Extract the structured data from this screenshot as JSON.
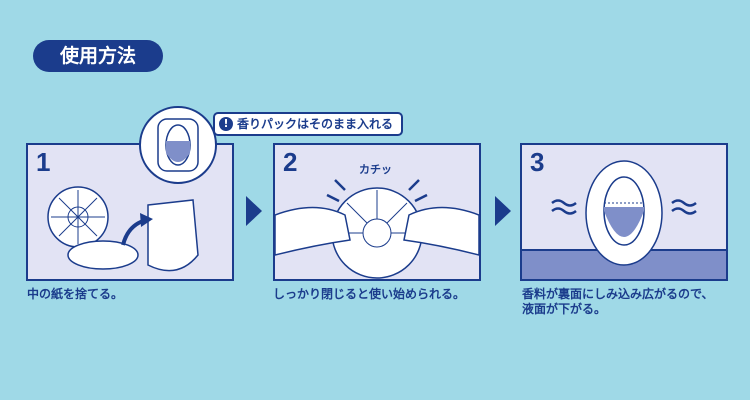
{
  "title": "使用方法",
  "note": "香りパックはそのまま入れる",
  "steps": [
    {
      "number": "1",
      "caption": "中の紙を捨てる。"
    },
    {
      "number": "2",
      "caption": "しっかり閉じると使い始められる。",
      "sound": "カチッ"
    },
    {
      "number": "3",
      "caption_line1": "香料が裏面にしみ込み広がるので、",
      "caption_line2": "液面が下がる。"
    }
  ],
  "colors": {
    "background": "#9fd9e7",
    "navy": "#1b3c8c",
    "panel": "#e2e3f4",
    "liquid": "#7f8fc9"
  }
}
